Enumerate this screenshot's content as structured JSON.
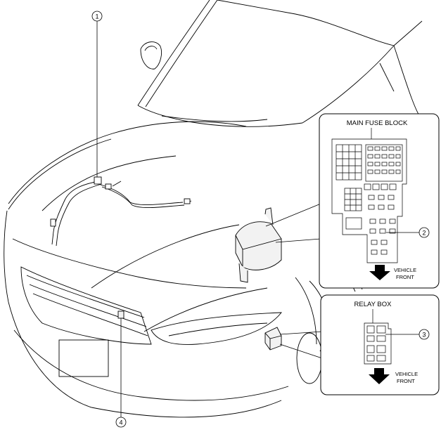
{
  "callouts": {
    "c1": "1",
    "c2": "2",
    "c3": "3",
    "c4": "4"
  },
  "main_fuse_block": {
    "title": "MAIN FUSE BLOCK",
    "direction_line1": "VEHICLE",
    "direction_line2": "FRONT"
  },
  "relay_box": {
    "title": "RELAY BOX",
    "direction_line1": "VEHICLE",
    "direction_line2": "FRONT"
  },
  "colors": {
    "line": "#000000",
    "background": "#ffffff",
    "component_fill": "#f2f2f2"
  }
}
